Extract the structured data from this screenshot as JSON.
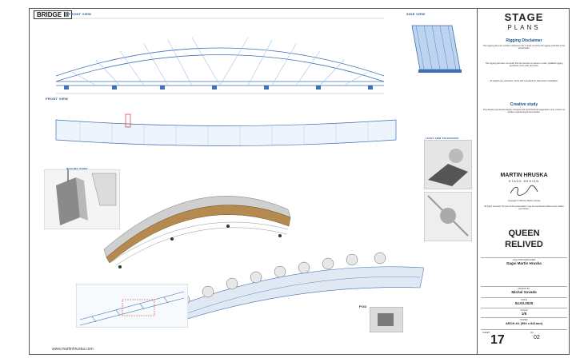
{
  "sheet": {
    "title": "BRIDGE III",
    "front_view_label": "FRONT VIEW",
    "side_view_label": "SIDE VIEW",
    "plan_view_label": "FRONT VIEW",
    "rigging_point_label": "RIGGING POINT",
    "light_arm_label": "LIGHT ARM TOLERANCE",
    "pod_label": "POD",
    "website": "www.martinhruska.com"
  },
  "brand": {
    "line1": "STAGE",
    "line2": "PLANS"
  },
  "disclaimer": {
    "heading": "Rigging Disclaimer",
    "text1": "This rigging plot is for position reference only. It does not show the rigging methods or the actual loads.",
    "text2": "This rigging plot does not certify that the structure is secure or safe. Qualified rigging personnel must verify all points.",
    "text3": "All weights are estimates. Verify with manufacturer data before installation."
  },
  "creative": {
    "heading": "Creative study",
    "text": "This drawing represents design concepts and constructional suggestions only. It does not replace engineering documentation."
  },
  "designer": {
    "name_line1": "MARTIN HRUSKA",
    "name_line2": "STAGE DESIGN",
    "copyright": "Copyright © 2013 by Martin Hruska",
    "rights": "All rights reserved. No part of this presentation may be reproduced without prior written permission."
  },
  "project": {
    "title_line1": "QUEEN",
    "title_line2": "RELIVED"
  },
  "title_block": {
    "designer_label": "LIGHTING DESIGNER",
    "designer_name": "Dagvi Martin Hruska",
    "draftsman_label": "DRAWN BY",
    "draftsman_name": "Michal Sovada",
    "date_label": "DATE",
    "date": "04.03.2020",
    "scale_label": "SCALE",
    "scale": "1/8",
    "paper_label": "PAPER",
    "paper": "ARCH A1 (594 x 841mm)",
    "sheet_label": "SHEET",
    "sheet_number": "17",
    "of_label": "OF",
    "total_sheets": "02"
  },
  "colors": {
    "blueprint": "#3f6fb5",
    "light_blue": "#9cc1e8",
    "wood": "#b48a4e",
    "deck": "#cfcfcf",
    "red": "#d33"
  }
}
